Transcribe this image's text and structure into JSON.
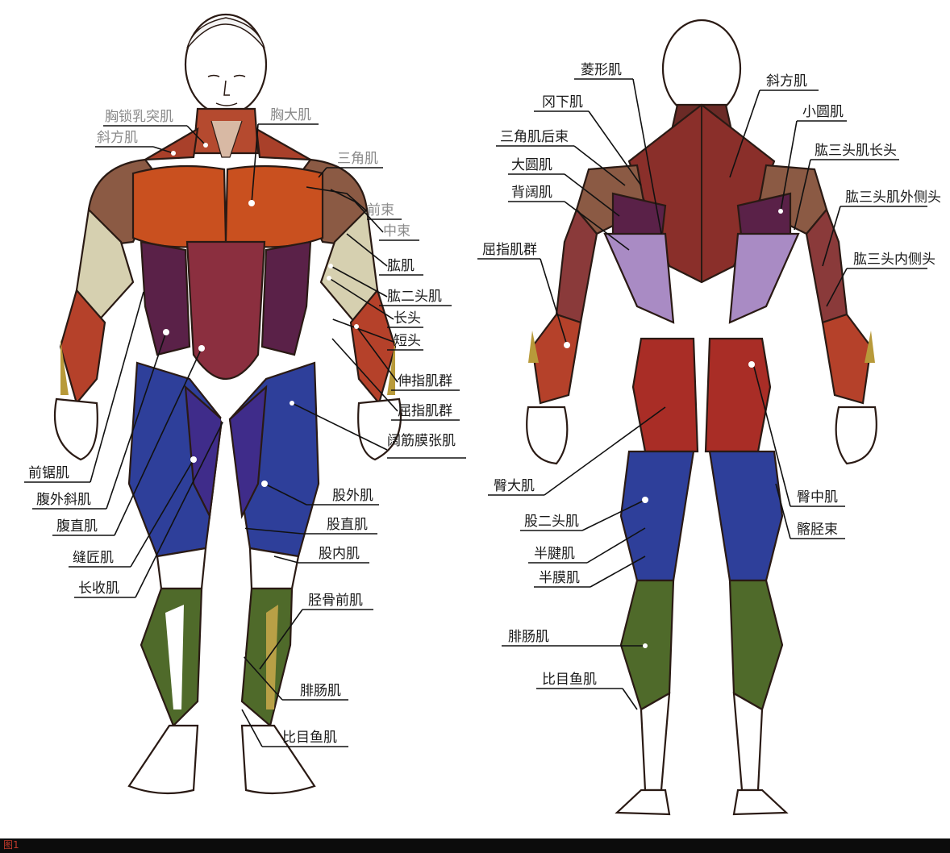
{
  "figure": {
    "caption": "图1",
    "front_labels": [
      "胸锁乳突肌",
      "斜方肌",
      "胸大肌",
      "三角肌",
      "前束",
      "中束",
      "肱肌",
      "肱二头肌",
      "长头",
      "短头",
      "伸指肌群",
      "屈指肌群",
      "阔筋膜张肌",
      "前锯肌",
      "腹外斜肌",
      "腹直肌",
      "股外肌",
      "股直肌",
      "股内肌",
      "缝匠肌",
      "长收肌",
      "胫骨前肌",
      "腓肠肌",
      "比目鱼肌"
    ],
    "back_labels": [
      "菱形肌",
      "斜方肌",
      "冈下肌",
      "小圆肌",
      "三角肌后束",
      "肱三头肌长头",
      "大圆肌",
      "肱三头肌外侧头",
      "背阔肌",
      "屈指肌群",
      "肱三头内侧头",
      "臀大肌",
      "臀中肌",
      "股二头肌",
      "髂胫束",
      "半腱肌",
      "半膜肌",
      "腓肠肌",
      "比目鱼肌"
    ]
  },
  "colors": {
    "muscle_red": "#b5412a",
    "muscle_orange": "#c9501f",
    "muscle_purple": "#5a2148",
    "muscle_blue": "#2e3f9a",
    "muscle_green": "#4f6a2a",
    "muscle_lavender": "#a98bc4",
    "tendon_cream": "#d9cfa8",
    "skin": "#ffffff",
    "caption_bg": "#0c0c0c",
    "caption_text": "#c0392b"
  }
}
